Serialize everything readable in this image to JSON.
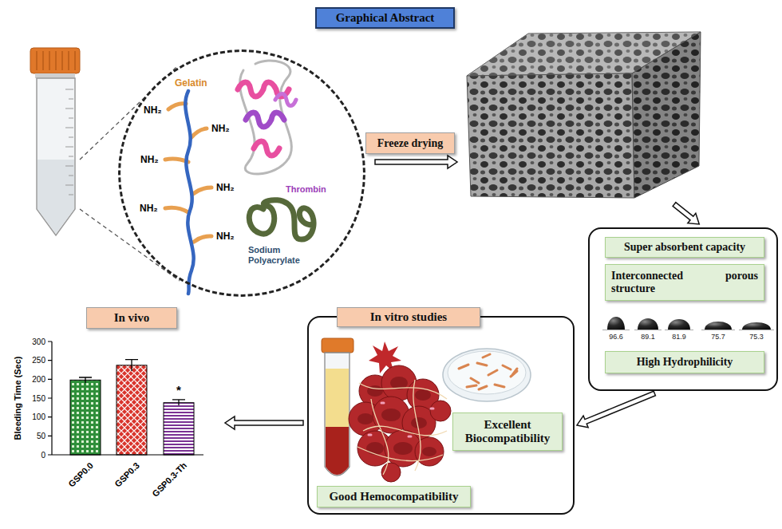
{
  "diagram": {
    "title": "Graphical Abstract",
    "nodes": [
      {
        "text": [
          "Gelatin",
          "NH₂",
          "NH₂",
          "NH₂",
          "NH₂",
          "NH₂",
          "NH₂",
          "Thrombin",
          "Sodium Polyacrylate"
        ]
      },
      {
        "text": [
          "Freeze drying"
        ]
      },
      {
        "text": [
          "96.6",
          "89.1",
          "81.9",
          "75.7",
          "75.3"
        ]
      },
      {
        "text": [
          "Super absorbent capacity"
        ],
        "in": 2
      },
      {
        "text": [
          "Interconnected porous structure"
        ],
        "in": 2
      },
      {
        "text": [
          "High Hydrophilicity"
        ],
        "in": 2
      },
      {
        "text": [
          "In vitro studies"
        ]
      },
      {
        "text": [
          "Excellent Biocompatibility"
        ],
        "in": 6
      },
      {
        "text": [
          "Good Hemocompatibility"
        ],
        "in": 6
      },
      {
        "text": [
          "In vivo"
        ]
      }
    ],
    "edges": [
      {
        "from": 2,
        "to": 6,
        "arrow": "to"
      }
    ],
    "labels": [
      "300",
      "250",
      "200",
      "150",
      "100",
      "50",
      "0",
      "Bleeding Time (Sec)",
      "GSP0.0",
      "GSP0.3",
      "GSP0.3-Th",
      "*"
    ]
  }
}
